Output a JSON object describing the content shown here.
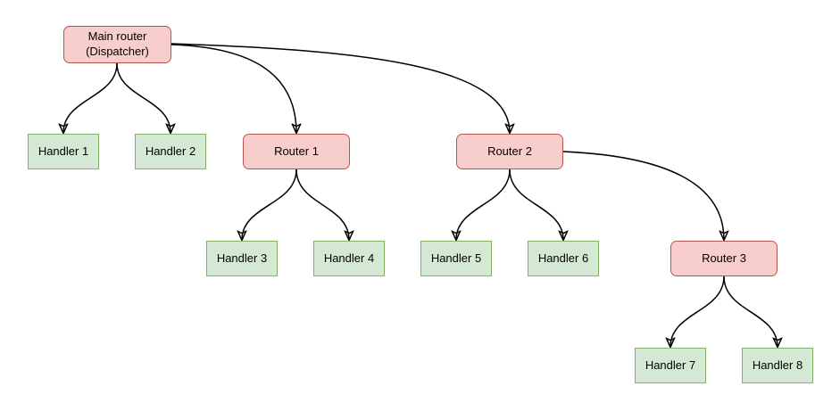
{
  "diagram": {
    "colors": {
      "router_fill": "#f8cecc",
      "router_border": "#b85450",
      "handler_fill": "#d5e8d4",
      "handler_border": "#82b366",
      "edge": "#000000",
      "background": "#ffffff",
      "text": "#000000"
    },
    "nodes": {
      "main": {
        "label": "Main router\n(Dispatcher)",
        "type": "router"
      },
      "router1": {
        "label": "Router 1",
        "type": "router"
      },
      "router2": {
        "label": "Router 2",
        "type": "router"
      },
      "router3": {
        "label": "Router 3",
        "type": "router"
      },
      "handler1": {
        "label": "Handler 1",
        "type": "handler"
      },
      "handler2": {
        "label": "Handler 2",
        "type": "handler"
      },
      "handler3": {
        "label": "Handler 3",
        "type": "handler"
      },
      "handler4": {
        "label": "Handler 4",
        "type": "handler"
      },
      "handler5": {
        "label": "Handler 5",
        "type": "handler"
      },
      "handler6": {
        "label": "Handler 6",
        "type": "handler"
      },
      "handler7": {
        "label": "Handler 7",
        "type": "handler"
      },
      "handler8": {
        "label": "Handler 8",
        "type": "handler"
      }
    },
    "edges": [
      {
        "from": "main",
        "to": "handler1"
      },
      {
        "from": "main",
        "to": "handler2"
      },
      {
        "from": "main",
        "to": "router1"
      },
      {
        "from": "main",
        "to": "router2"
      },
      {
        "from": "router1",
        "to": "handler3"
      },
      {
        "from": "router1",
        "to": "handler4"
      },
      {
        "from": "router2",
        "to": "handler5"
      },
      {
        "from": "router2",
        "to": "handler6"
      },
      {
        "from": "router2",
        "to": "router3"
      },
      {
        "from": "router3",
        "to": "handler7"
      },
      {
        "from": "router3",
        "to": "handler8"
      }
    ]
  }
}
